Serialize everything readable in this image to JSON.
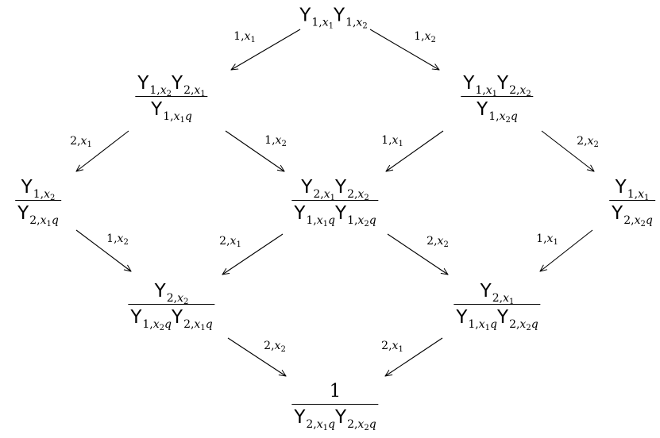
{
  "nodes": [
    {
      "id": "top",
      "num": [
        [
          "Y",
          "1",
          "x1",
          ""
        ],
        [
          "Y",
          "1",
          "x2",
          ""
        ]
      ],
      "den": null
    },
    {
      "id": "l1",
      "num": [
        [
          "Y",
          "1",
          "x2",
          ""
        ],
        [
          "Y",
          "2",
          "x1",
          ""
        ]
      ],
      "den": [
        [
          "Y",
          "1",
          "x1",
          "q"
        ]
      ]
    },
    {
      "id": "r1",
      "num": [
        [
          "Y",
          "1",
          "x1",
          ""
        ],
        [
          "Y",
          "2",
          "x2",
          ""
        ]
      ],
      "den": [
        [
          "Y",
          "1",
          "x2",
          "q"
        ]
      ]
    },
    {
      "id": "ll2",
      "num": [
        [
          "Y",
          "1",
          "x2",
          ""
        ]
      ],
      "den": [
        [
          "Y",
          "2",
          "x1",
          "q"
        ]
      ]
    },
    {
      "id": "c2",
      "num": [
        [
          "Y",
          "2",
          "x1",
          ""
        ],
        [
          "Y",
          "2",
          "x2",
          ""
        ]
      ],
      "den": [
        [
          "Y",
          "1",
          "x1",
          "q"
        ],
        [
          "Y",
          "1",
          "x2",
          "q"
        ]
      ]
    },
    {
      "id": "rr2",
      "num": [
        [
          "Y",
          "1",
          "x1",
          ""
        ]
      ],
      "den": [
        [
          "Y",
          "2",
          "x2",
          "q"
        ]
      ]
    },
    {
      "id": "l3",
      "num": [
        [
          "Y",
          "2",
          "x2",
          ""
        ]
      ],
      "den": [
        [
          "Y",
          "1",
          "x2",
          "q"
        ],
        [
          "Y",
          "2",
          "x1",
          "q"
        ]
      ]
    },
    {
      "id": "r3",
      "num": [
        [
          "Y",
          "2",
          "x1",
          ""
        ]
      ],
      "den": [
        [
          "Y",
          "1",
          "x1",
          "q"
        ],
        [
          "Y",
          "2",
          "x2",
          "q"
        ]
      ]
    },
    {
      "id": "bottom",
      "num_text": "1",
      "den": [
        [
          "Y",
          "2",
          "x1",
          "q"
        ],
        [
          "Y",
          "2",
          "x2",
          "q"
        ]
      ]
    }
  ],
  "edges": [
    {
      "from": "top",
      "to": "l1",
      "label": [
        "1",
        "x1"
      ]
    },
    {
      "from": "top",
      "to": "r1",
      "label": [
        "1",
        "x2"
      ]
    },
    {
      "from": "l1",
      "to": "ll2",
      "label": [
        "2",
        "x1"
      ]
    },
    {
      "from": "l1",
      "to": "c2",
      "label": [
        "1",
        "x2"
      ]
    },
    {
      "from": "r1",
      "to": "c2",
      "label": [
        "1",
        "x1"
      ]
    },
    {
      "from": "r1",
      "to": "rr2",
      "label": [
        "2",
        "x2"
      ]
    },
    {
      "from": "ll2",
      "to": "l3",
      "label": [
        "1",
        "x2"
      ]
    },
    {
      "from": "c2",
      "to": "l3",
      "label": [
        "2",
        "x1"
      ]
    },
    {
      "from": "c2",
      "to": "r3",
      "label": [
        "2",
        "x2"
      ]
    },
    {
      "from": "rr2",
      "to": "r3",
      "label": [
        "1",
        "x1"
      ]
    },
    {
      "from": "l3",
      "to": "bottom",
      "label": [
        "2",
        "x2"
      ]
    },
    {
      "from": "r3",
      "to": "bottom",
      "label": [
        "2",
        "x1"
      ]
    }
  ]
}
